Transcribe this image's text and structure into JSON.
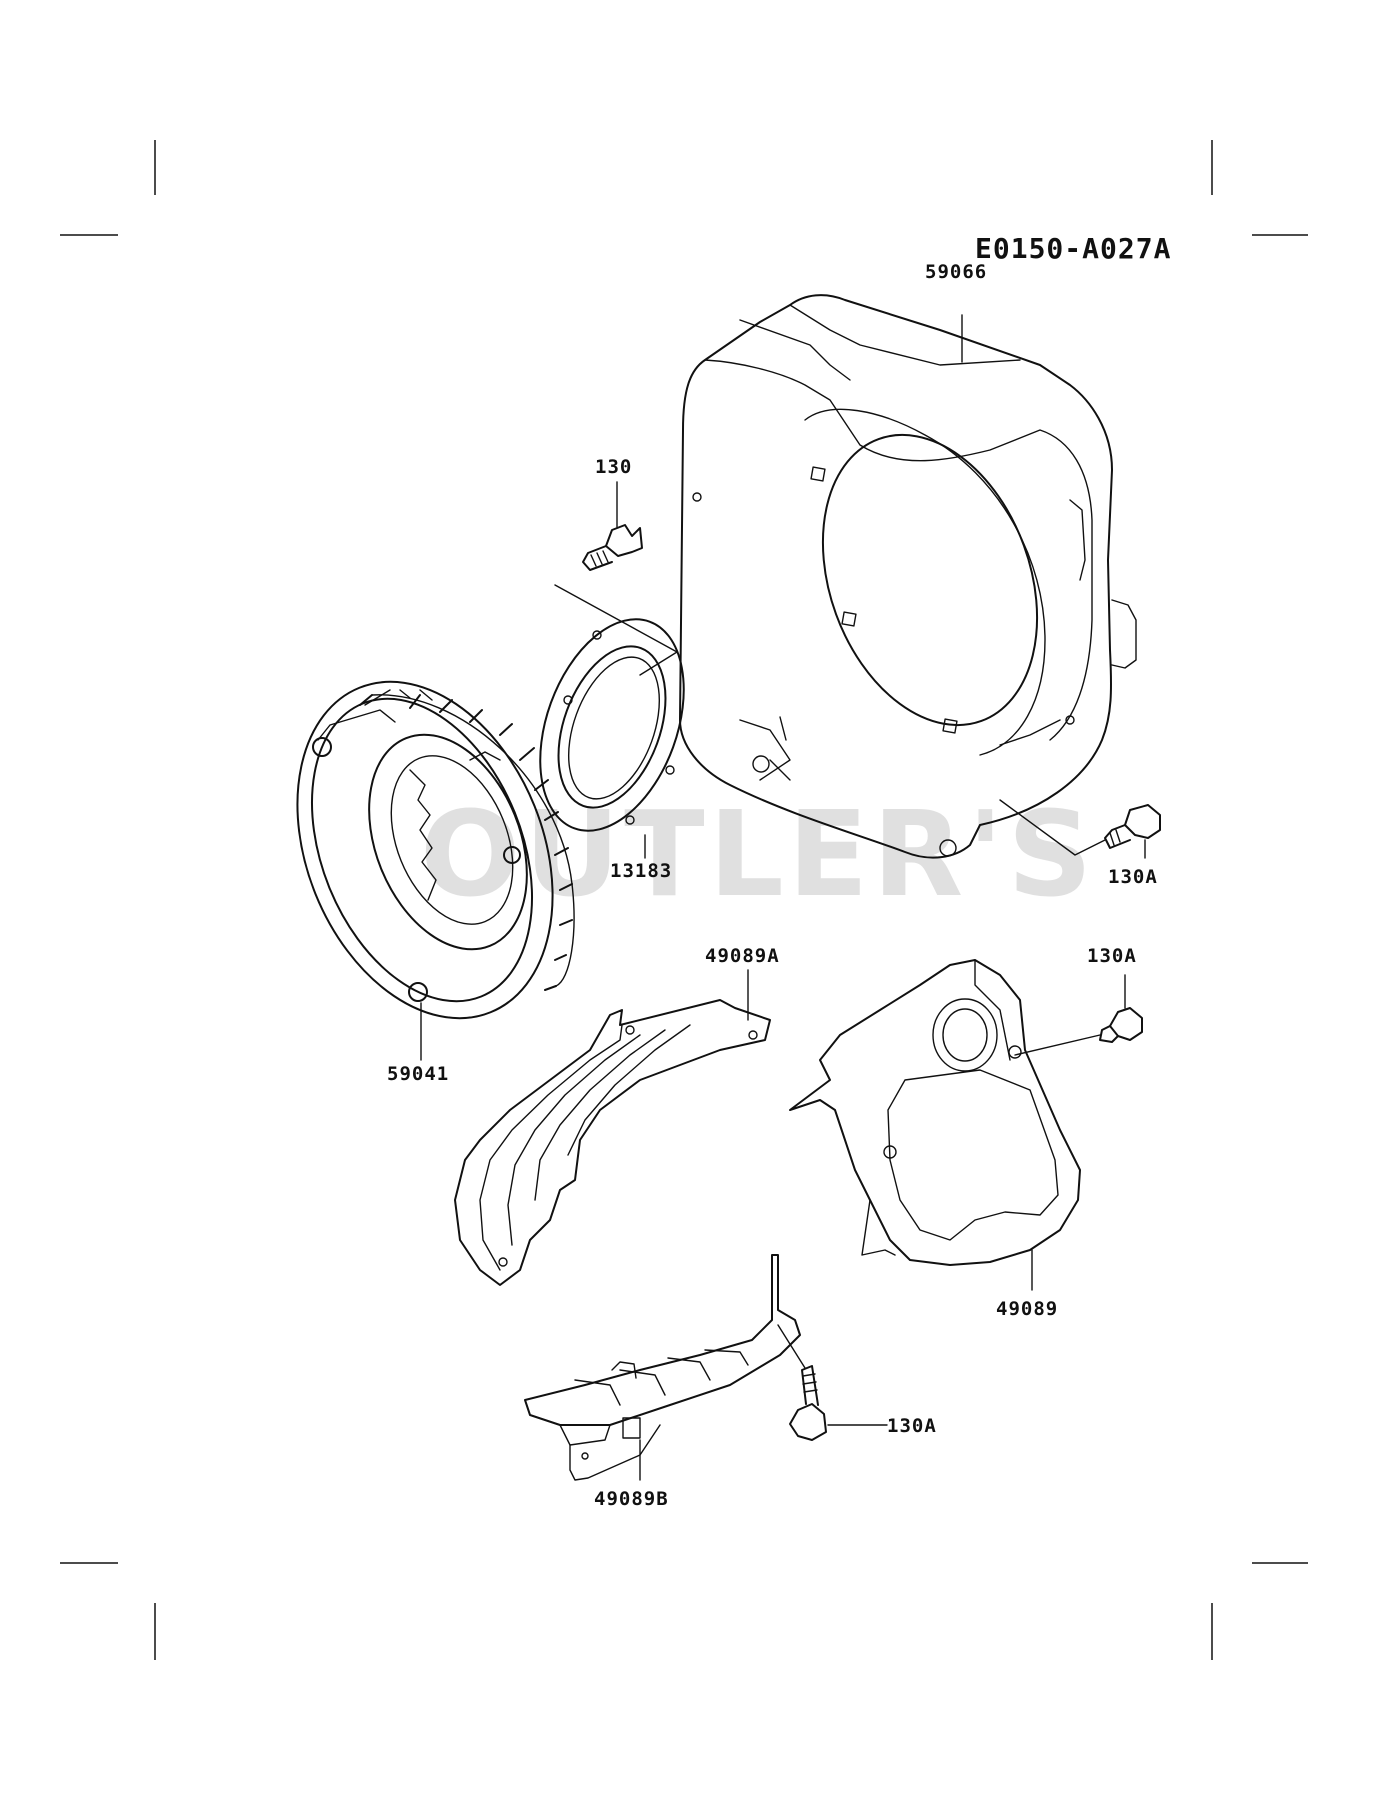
{
  "diagram_code": "E0150-A027A",
  "watermark": "OUTLER'S",
  "parts": {
    "p59066": "59066",
    "p130": "130",
    "p13183": "13183",
    "p59041": "59041",
    "p130a_1": "130A",
    "p49089a": "49089A",
    "p130a_2": "130A",
    "p49089": "49089",
    "p130a_3": "130A",
    "p49089b": "49089B"
  }
}
